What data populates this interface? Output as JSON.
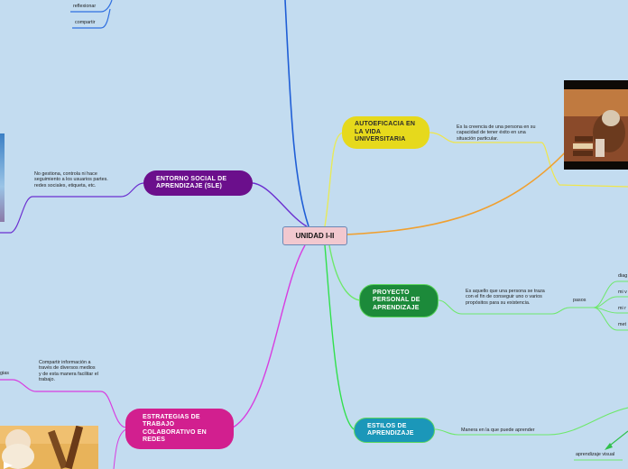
{
  "central": "UNIDAD I-II",
  "nodes": {
    "autoeficacia": "AUTOEFICACIA EN LA VIDA UNIVERSITARIA",
    "entorno": "ENTORNO SOCIAL DE APRENDIZAJE (SLE)",
    "proyecto": "PROYECTO PERSONAL DE APRENDIZAJE",
    "estilos": "ESTILOS DE APRENDIZAJE",
    "estrategias": "ESTRATEGIAS DE TRABAJO COLABORATIVO EN REDES"
  },
  "texts": {
    "reflexionar": "reflexionar",
    "compartir": "compartir",
    "autoeficacia_desc": "Es la creencia de una persona en su capacidad de tener éxito en una situación particular.",
    "entorno_desc": "No gestiona, controla ni hace seguimiento a los usuarios partes. redes sociales, etiqueta, etc.",
    "proyecto_desc": "Es aquello que una persona se traza con el fin de conseguir uno o varios propósitos para su existencia.",
    "pasos": "pasos",
    "paso_1": "diag",
    "paso_2": "mi v",
    "paso_3": "mi r",
    "paso_4": "met",
    "estilos_desc": "Manera en la que puede aprender",
    "aprendizaje_visual": "aprendizaje visual",
    "estrategias_desc": "Compartir información a través de diversos medios y de esta manera facilitar el trabajo.",
    "left_cut": "gias"
  },
  "colors": {
    "autoeficacia": "#e6d91c",
    "entorno": "#6b0f8c",
    "proyecto": "#1c8a3a",
    "estilos": "#1b97b9",
    "estrategias": "#d21f8f",
    "blue_branch": "#1f5ed6",
    "orange_branch": "#f0a030"
  }
}
